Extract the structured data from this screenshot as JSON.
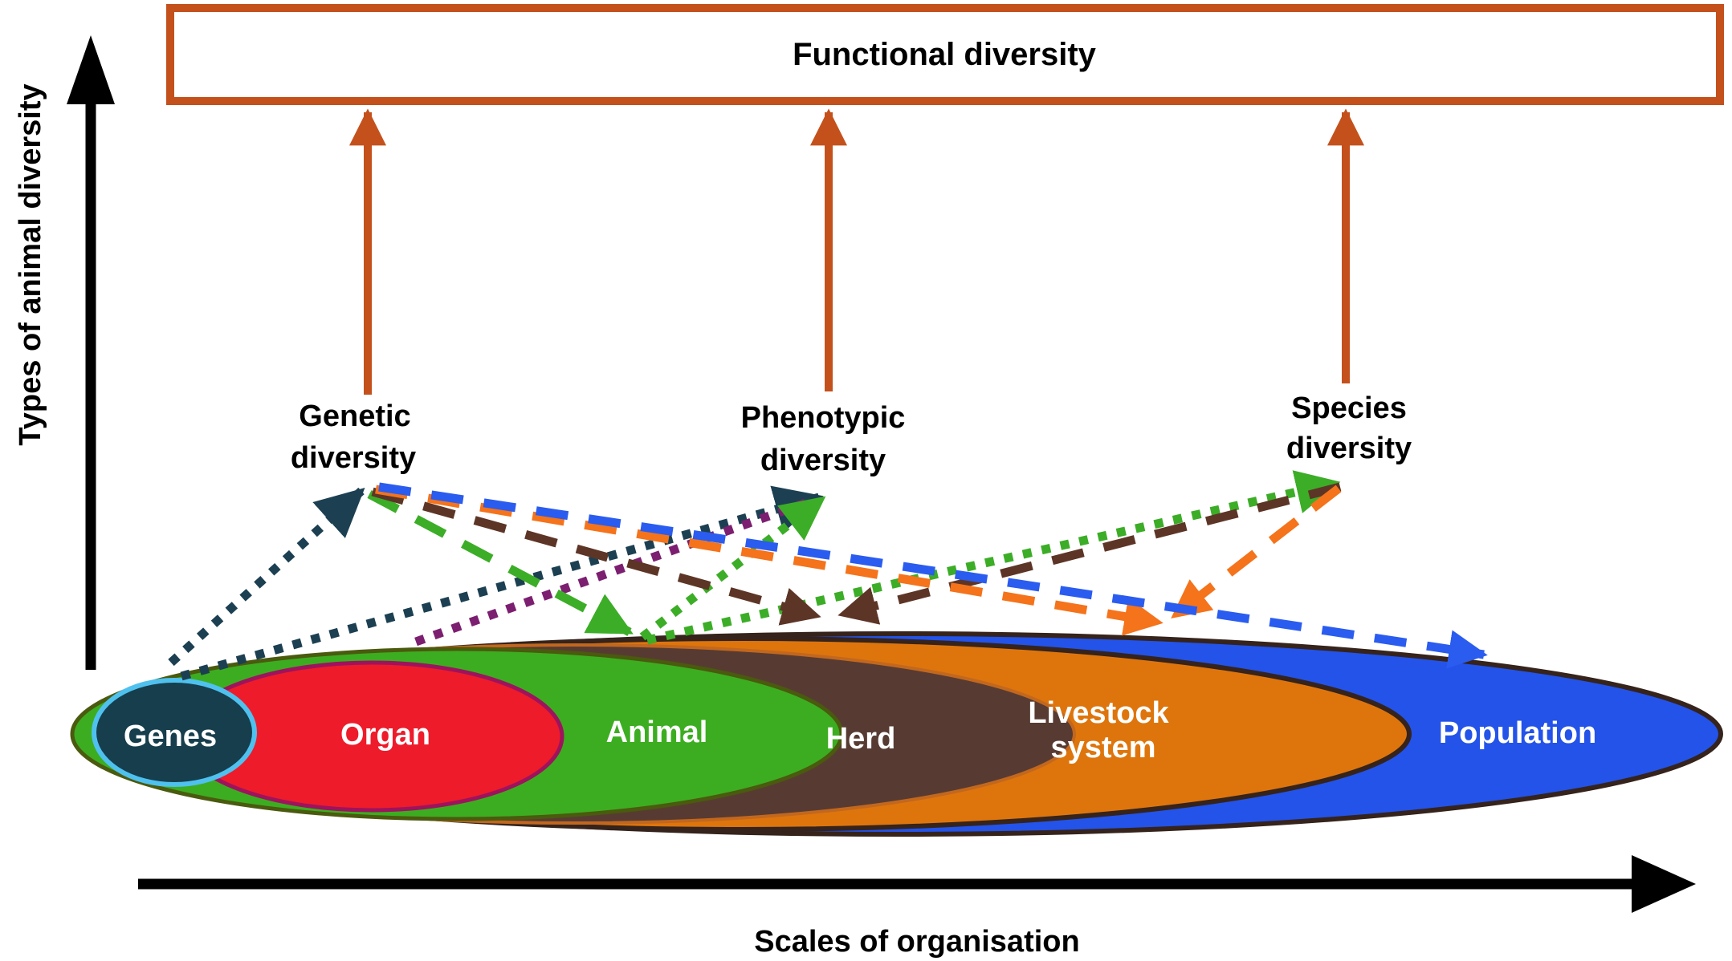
{
  "figure": {
    "title_box": {
      "label": "Functional diversity",
      "border_color": "#C4511C"
    },
    "axes": {
      "y_label": "Types of animal diversity",
      "x_label": "Scales of organisation",
      "color": "#000000"
    },
    "nodes": {
      "genetic": {
        "line1": "Genetic",
        "line2": "diversity"
      },
      "phenotypic": {
        "line1": "Phenotypic",
        "line2": "diversity"
      },
      "species": {
        "line1": "Species",
        "line2": "diversity"
      }
    },
    "scales": [
      {
        "label": "Genes",
        "fill": "#163E4D",
        "border": "#4FC1EF",
        "text_color": "#FFFFFF"
      },
      {
        "label": "Organ",
        "fill": "#EE1B2B",
        "border": "#9E135D",
        "text_color": "#FFFFFF"
      },
      {
        "label": "Animal",
        "fill": "#3CAD20",
        "border": "#4A5A0E",
        "text_color": "#FFFFFF"
      },
      {
        "label": "Herd",
        "fill": "#573B32",
        "border": "#C2671E",
        "text_color": "#FFFFFF"
      },
      {
        "label": "Livestock",
        "label_line2": "system",
        "fill": "#DE750C",
        "border": "#35231C",
        "text_color": "#FFFFFF"
      },
      {
        "label": "Population",
        "fill": "#2353E8",
        "border": "#35231C",
        "text_color": "#FFFFFF"
      }
    ],
    "palette": {
      "teal": "#1C4052",
      "purple": "#7C1F70",
      "green": "#3CAD27",
      "brown": "#5D3526",
      "orange": "#F4731B",
      "blue": "#2A5CEF",
      "rust": "#C4511C",
      "black": "#000000"
    },
    "arrows": [
      {
        "from": "Genes",
        "to": "Genetic diversity",
        "color": "#1C4052",
        "style": "dotted"
      },
      {
        "from": "Genes",
        "to": "Phenotypic diversity",
        "color": "#1C4052",
        "style": "dotted"
      },
      {
        "from": "Organ",
        "to": "Phenotypic diversity",
        "color": "#7C1F70",
        "style": "dotted"
      },
      {
        "from": "Animal",
        "to": "Phenotypic diversity",
        "color": "#3CAD27",
        "style": "dotted"
      },
      {
        "from": "Animal",
        "to": "Species diversity",
        "color": "#3CAD27",
        "style": "dotted"
      },
      {
        "from": "Genetic diversity",
        "to": "Animal",
        "color": "#3CAD27",
        "style": "dashed"
      },
      {
        "from": "Genetic diversity",
        "to": "Herd",
        "color": "#5D3526",
        "style": "dashed"
      },
      {
        "from": "Species diversity",
        "to": "Herd",
        "color": "#5D3526",
        "style": "dashed"
      },
      {
        "from": "Genetic diversity",
        "to": "Livestock system",
        "color": "#F4731B",
        "style": "dashed"
      },
      {
        "from": "Species diversity",
        "to": "Livestock system",
        "color": "#F4731B",
        "style": "dashed"
      },
      {
        "from": "Genetic diversity",
        "to": "Population",
        "color": "#2A5CEF",
        "style": "dashed"
      },
      {
        "from": "Genetic diversity",
        "to": "Functional diversity",
        "color": "#C4511C",
        "style": "solid"
      },
      {
        "from": "Phenotypic diversity",
        "to": "Functional diversity",
        "color": "#C4511C",
        "style": "solid"
      },
      {
        "from": "Species diversity",
        "to": "Functional diversity",
        "color": "#C4511C",
        "style": "solid"
      }
    ]
  }
}
